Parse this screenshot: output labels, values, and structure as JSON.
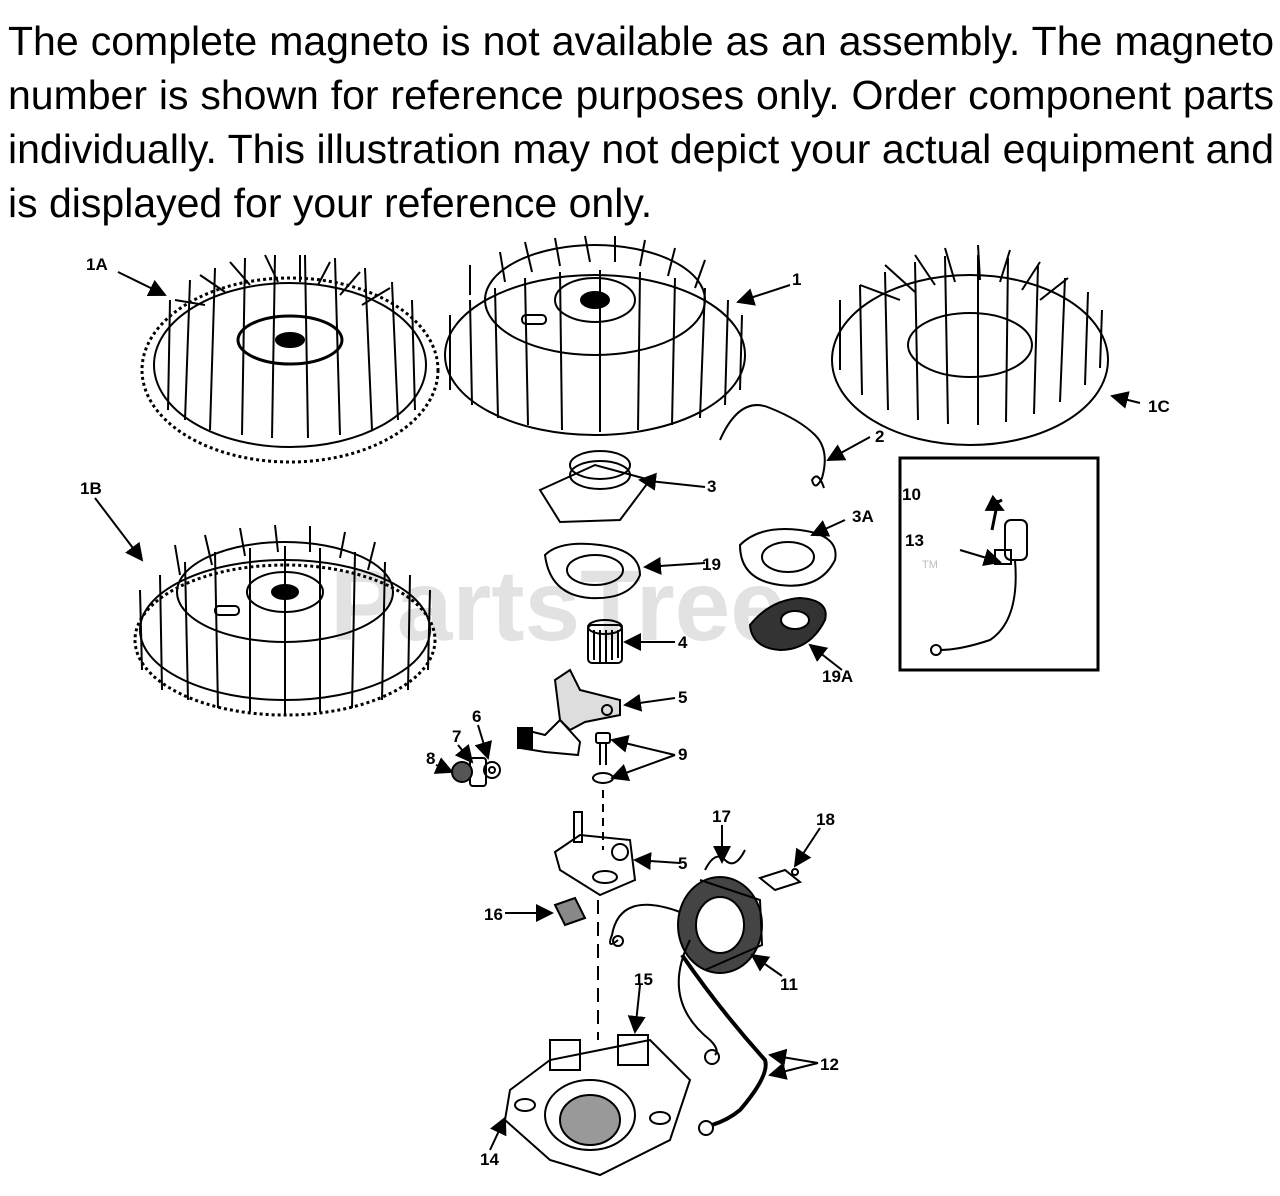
{
  "notice": "The complete magneto is not available as an assembly.  The magneto number is shown for reference purposes only. Order component parts individually.  This illustration may not depict your actual equipment and is displayed for your reference only.",
  "watermark": {
    "text": "PartsTree",
    "tm": "TM"
  },
  "callouts": {
    "p1A": "1A",
    "p1": "1",
    "p1C": "1C",
    "p1B": "1B",
    "p2": "2",
    "p3": "3",
    "p3A": "3A",
    "p10": "10",
    "p13": "13",
    "p19": "19",
    "p4": "4",
    "p19A": "19A",
    "p5a": "5",
    "p6": "6",
    "p7": "7",
    "p8": "8",
    "p9": "9",
    "p17": "17",
    "p18": "18",
    "p5b": "5",
    "p16": "16",
    "p11": "11",
    "p15": "15",
    "p12": "12",
    "p14": "14"
  }
}
